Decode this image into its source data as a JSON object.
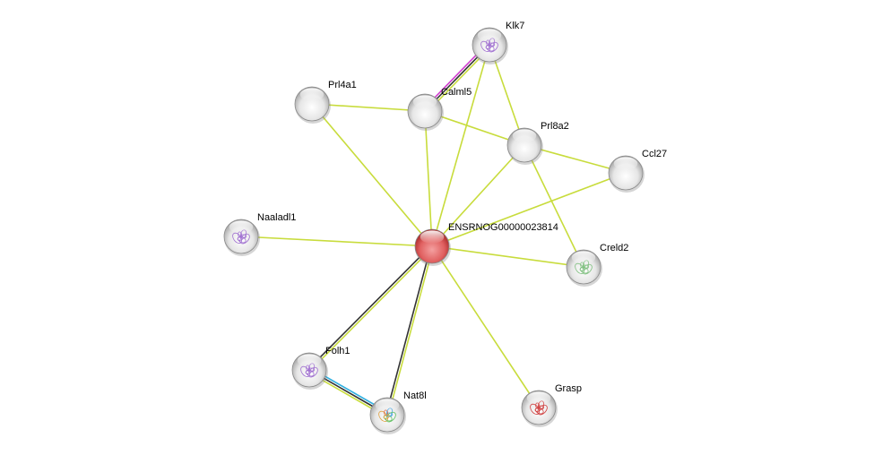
{
  "nodes": [
    {
      "id": "klk7",
      "label": "Klk7",
      "color": "#e0e0e0",
      "structure": "purple"
    },
    {
      "id": "prl4a1",
      "label": "Prl4a1",
      "color": "#e0e0e0"
    },
    {
      "id": "calml5",
      "label": "Calml5",
      "color": "#e0e0e0"
    },
    {
      "id": "prl8a2",
      "label": "Prl8a2",
      "color": "#e0e0e0"
    },
    {
      "id": "ccl27",
      "label": "Ccl27",
      "color": "#e0e0e0"
    },
    {
      "id": "naaladl1",
      "label": "Naaladl1",
      "color": "#e0e0e0",
      "structure": "purple"
    },
    {
      "id": "center",
      "label": "ENSRNOG00000023814",
      "color": "#e05050"
    },
    {
      "id": "creld2",
      "label": "Creld2",
      "color": "#e0e0e0",
      "structure": "green"
    },
    {
      "id": "folh1",
      "label": "Folh1",
      "color": "#e0e0e0",
      "structure": "purple"
    },
    {
      "id": "grasp",
      "label": "Grasp",
      "color": "#e0e0e0",
      "structure": "red"
    },
    {
      "id": "nat8l",
      "label": "Nat8l",
      "color": "#e0e0e0",
      "structure": "rainbow"
    }
  ],
  "edges": [
    {
      "from": "center",
      "to": "prl4a1",
      "colors": [
        "#c8dc3c"
      ]
    },
    {
      "from": "center",
      "to": "calml5",
      "colors": [
        "#c8dc3c"
      ]
    },
    {
      "from": "center",
      "to": "klk7",
      "colors": [
        "#c8dc3c"
      ]
    },
    {
      "from": "center",
      "to": "prl8a2",
      "colors": [
        "#c8dc3c"
      ]
    },
    {
      "from": "center",
      "to": "ccl27",
      "colors": [
        "#c8dc3c"
      ]
    },
    {
      "from": "center",
      "to": "naaladl1",
      "colors": [
        "#c8dc3c"
      ]
    },
    {
      "from": "center",
      "to": "creld2",
      "colors": [
        "#c8dc3c"
      ]
    },
    {
      "from": "center",
      "to": "grasp",
      "colors": [
        "#c8dc3c"
      ]
    },
    {
      "from": "center",
      "to": "folh1",
      "colors": [
        "#c8dc3c",
        "#333333"
      ]
    },
    {
      "from": "center",
      "to": "nat8l",
      "colors": [
        "#c8dc3c",
        "#333333"
      ]
    },
    {
      "from": "folh1",
      "to": "nat8l",
      "colors": [
        "#30b0e0",
        "#333333",
        "#c8dc3c"
      ]
    },
    {
      "from": "klk7",
      "to": "calml5",
      "colors": [
        "#c8dc3c",
        "#333333",
        "#d040d0"
      ]
    },
    {
      "from": "klk7",
      "to": "prl8a2",
      "colors": [
        "#c8dc3c"
      ]
    },
    {
      "from": "prl4a1",
      "to": "calml5",
      "colors": [
        "#c8dc3c"
      ]
    },
    {
      "from": "calml5",
      "to": "prl8a2",
      "colors": [
        "#c8dc3c"
      ]
    },
    {
      "from": "prl8a2",
      "to": "ccl27",
      "colors": [
        "#c8dc3c"
      ]
    },
    {
      "from": "prl8a2",
      "to": "creld2",
      "colors": [
        "#c8dc3c"
      ]
    }
  ]
}
